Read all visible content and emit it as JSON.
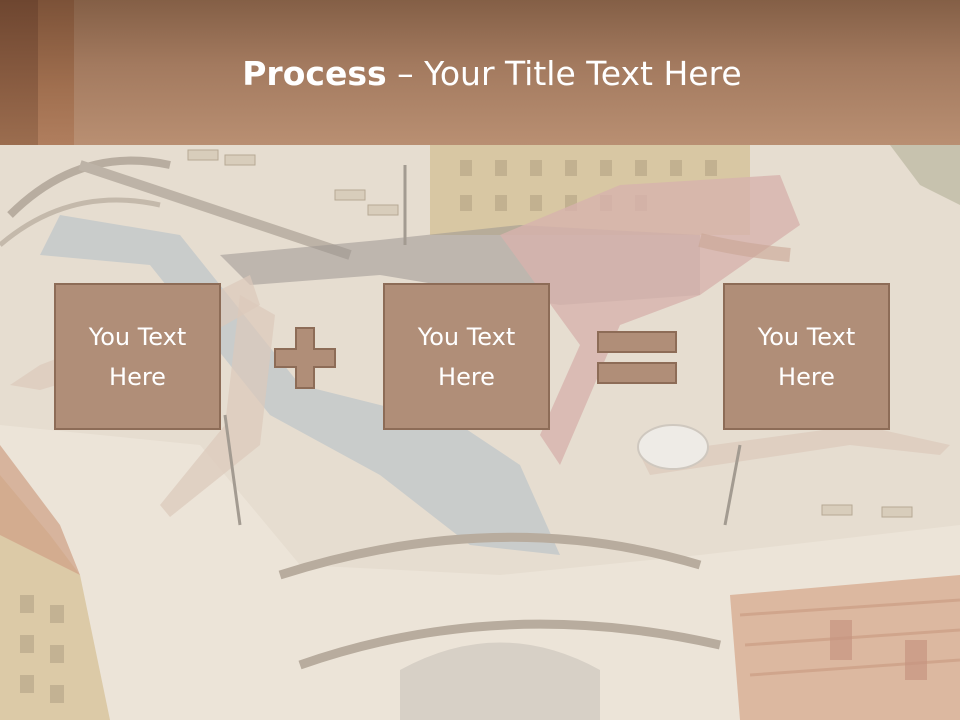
{
  "slide": {
    "title_bold": "Process",
    "title_rest": " – Your Title Text Here",
    "boxes": [
      {
        "label": "You Text\nHere"
      },
      {
        "label": "You Text\nHere"
      },
      {
        "label": "You Text\nHere"
      }
    ],
    "operators": [
      "plus-icon",
      "equals-icon"
    ]
  },
  "colors": {
    "header": "#a37a5f",
    "box_fill": "#b08e78",
    "box_border": "#8d6c57",
    "text": "#ffffff"
  }
}
